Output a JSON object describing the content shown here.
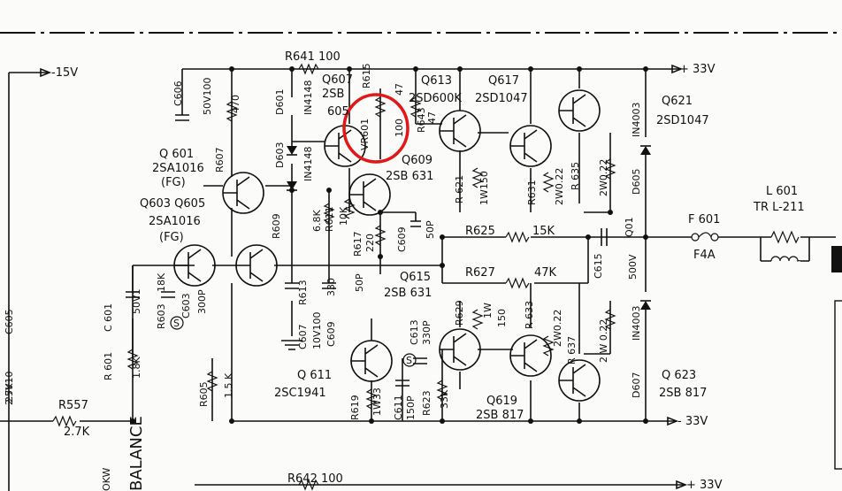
{
  "rails": {
    "pos_top": "33V",
    "neg": "33V",
    "pos_bottom": "33V",
    "minus15": "-15V"
  },
  "labels": {
    "r641": "R641 100",
    "q607": "Q607",
    "q607_type": "2SB",
    "q607_num": "605",
    "d601": "D601",
    "in4148_a": "IN4148",
    "d603": "D603",
    "in4148_b": "IN4148",
    "r615": "R615",
    "r615_val": "47",
    "vr601": "VR601",
    "vr601_val": "100",
    "r643": "R643",
    "r643_val": "47",
    "q613": "Q613",
    "q613_type": "2SD600K",
    "q617": "Q617",
    "q617_type": "2SD1047",
    "q621": "Q621",
    "q621_type": "2SD1047",
    "c606": "C606",
    "c606_val": "50V100",
    "r607": "R607",
    "r607_val": "470",
    "q601": "Q 601",
    "q601_type": "2SA1016",
    "q601_fg": "(FG)",
    "q603_q605": "Q603 Q605",
    "q603_type": "2SA1016",
    "q603_fg": "(FG)",
    "q609": "Q609",
    "q609_type": "2SB 631",
    "r609": "R609",
    "r609_val": "6.8K",
    "r611": "R611",
    "r611_val": "10K",
    "r617": "R617",
    "r617_val": "220",
    "c609_top": "C609",
    "c609_val": "50P",
    "r621": "R 621",
    "r621_val": "1W150",
    "r631": "R631",
    "r631_val": "2W0.22",
    "r635": "R 635",
    "r635_val": "2W0.22",
    "in4003_a": "IN4003",
    "d605": "D605",
    "l601": "L 601",
    "l601_type": "TR L-211",
    "r625": "R625",
    "r625_val": "15K",
    "f601": "F 601",
    "f601_val": "F4A",
    "q01": "Q01",
    "r627": "R627",
    "r627_val": "47K",
    "c615": "C615",
    "c615_val": "500V",
    "q615": "Q615",
    "q615_type": "2SB 631",
    "c601": "C 601",
    "c601_val": "50V1",
    "r603": "R603",
    "r603_val": "18K",
    "c603": "C603",
    "c603_val": "300P",
    "r613": "R613",
    "r613_val": "330",
    "c607": "C607",
    "c607_val": "10V100",
    "c609b": "C609",
    "c609b_val": "50P",
    "c613": "C613",
    "c613_val": "330P",
    "r629": "R629",
    "r629_val": "1W",
    "r629_val2": "150",
    "r633": "R 633",
    "r633_val": "2W0.22",
    "r637": "R 637",
    "r637_val": "2 W 0.22",
    "in4003_b": "IN4003",
    "c605": "C605",
    "c605_val": "25V10",
    "r601": "R 601",
    "r601_val": "1.8K",
    "r605": "R605",
    "r605_val": "1.5 K",
    "q611": "Q 611",
    "q611_type": "2SC1941",
    "r619": "R619",
    "r619_val": "1W33",
    "c611": "C611",
    "c611_val": "150P",
    "r623": "R623",
    "r623_val": "33K",
    "q619": "Q619",
    "q619_type": "2SB 817",
    "d607": "D607",
    "q623": "Q 623",
    "q623_type": "2SB 817",
    "r557": "R557",
    "r557_val": "2.7K",
    "left_val": "2.7K",
    "balance": "BALANCE",
    "okw": "OKW",
    "r642": "R642 100",
    "s_mark": "S"
  }
}
